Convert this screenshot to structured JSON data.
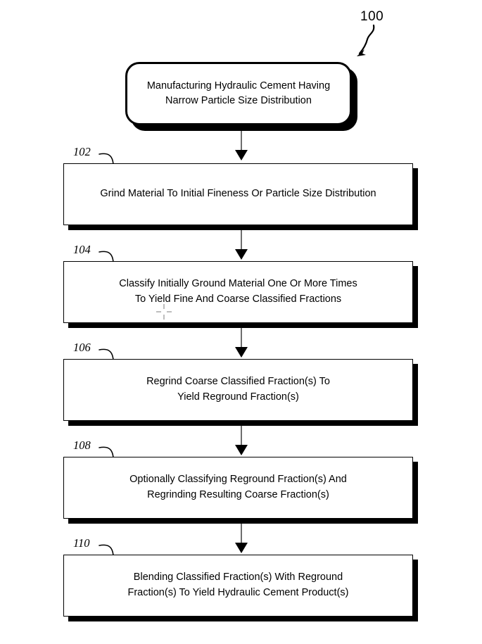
{
  "figure": {
    "number": "100",
    "arrow_icon": "curved-arrow-down-left"
  },
  "terminator": {
    "id": "start",
    "text": "Manufacturing Hydraulic Cement Having\nNarrow Particle Size Distribution"
  },
  "steps": [
    {
      "ref": "102",
      "text": "Grind Material To Initial Fineness Or Particle Size Distribution"
    },
    {
      "ref": "104",
      "text": "Classify Initially Ground Material One Or More Times\nTo Yield Fine And Coarse Classified Fractions"
    },
    {
      "ref": "106",
      "text": "Regrind Coarse Classified Fraction(s) To\nYield Reground Fraction(s)"
    },
    {
      "ref": "108",
      "text": "Optionally Classifying Reground Fraction(s) And\nRegrinding Resulting Coarse Fraction(s)"
    },
    {
      "ref": "110",
      "text": "Blending Classified Fraction(s) With Reground\nFraction(s) To Yield Hydraulic Cement Product(s)"
    }
  ],
  "colors": {
    "ink": "#000000",
    "paper": "#ffffff",
    "connector_line": "#6e6e6e"
  },
  "cursor": {
    "marker_icon": "crosshair-marker"
  }
}
